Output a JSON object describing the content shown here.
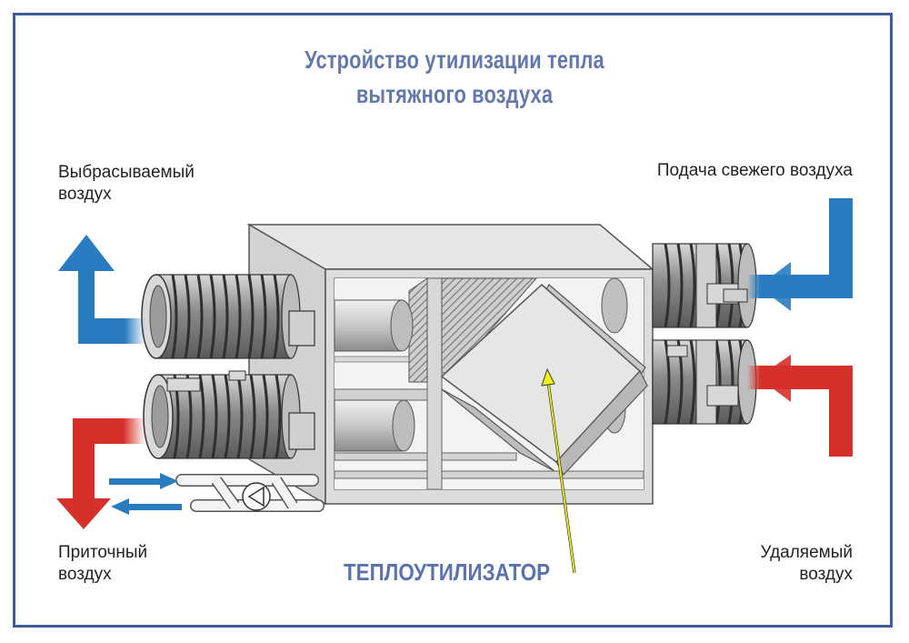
{
  "title": {
    "line1": "Устройство утилизации тепла",
    "line2": "вытяжного воздуха"
  },
  "labels": {
    "exhaust": [
      "Выбрасываемый",
      "воздух"
    ],
    "fresh": [
      "Подача свежего воздуха"
    ],
    "supply": [
      "Приточный",
      "воздух"
    ],
    "removed": [
      "Удаляемый",
      "воздух"
    ],
    "heat_exchanger": "ТЕПЛОУТИЛИЗАТОР"
  },
  "colors": {
    "frame": "#3f5c9a",
    "title": "#6279ad",
    "cold_arrow": "#2a7cc1",
    "hot_arrow": "#d6302a",
    "pointer": "#f2ef1c",
    "housing": "#d4d4d4"
  }
}
